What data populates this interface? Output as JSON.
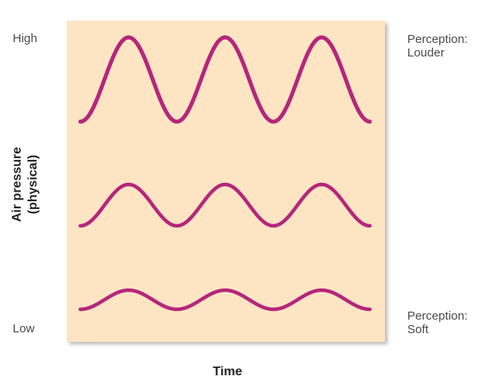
{
  "labels": {
    "high": "High",
    "low": "Low",
    "y_axis_line1": "Air pressure",
    "y_axis_line2": "(physical)",
    "x_axis": "Time",
    "loud_line1": "Perception:",
    "loud_line2": "Louder",
    "soft_line1": "Perception:",
    "soft_line2": "Soft"
  },
  "waves": [
    {
      "id": "wave-large-amplitude",
      "amplitude": "large",
      "cycles": 3
    },
    {
      "id": "wave-medium-amplitude",
      "amplitude": "medium",
      "cycles": 3
    },
    {
      "id": "wave-small-amplitude",
      "amplitude": "small",
      "cycles": 3
    }
  ],
  "colors": {
    "panel": "#fde5c4",
    "wave": "#b5267b",
    "text": "#4a4a4a",
    "axis_text": "#222222"
  }
}
